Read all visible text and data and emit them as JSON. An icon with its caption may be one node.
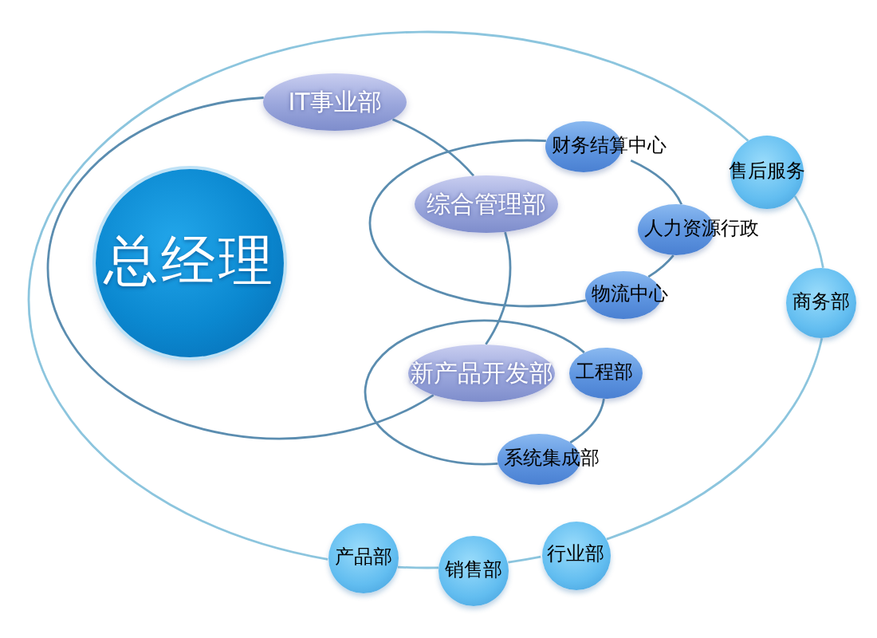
{
  "diagram": {
    "nodes": [
      {
        "text": [
          "总经理"
        ]
      },
      {
        "text": [
          "IT事业部"
        ]
      },
      {
        "text": [
          "综合管理部"
        ]
      },
      {
        "text": [
          "财务结算中心"
        ]
      },
      {
        "text": [
          "人力资源行政"
        ]
      },
      {
        "text": [
          "物流中心"
        ]
      },
      {
        "text": [
          "新产品开发部"
        ]
      },
      {
        "text": [
          "工程部"
        ]
      },
      {
        "text": [
          "系统集成部"
        ]
      },
      {
        "text": [
          "售后服务"
        ]
      },
      {
        "text": [
          "商务部"
        ]
      },
      {
        "text": [
          "行业部"
        ]
      },
      {
        "text": [
          "销售部"
        ]
      },
      {
        "text": [
          "产品部"
        ]
      }
    ],
    "edges": [
      {
        "from": 1,
        "to": 2,
        "arrow": "none"
      },
      {
        "from": 2,
        "to": 6,
        "arrow": "none"
      },
      {
        "from": 6,
        "to": 1,
        "arrow": "none"
      },
      {
        "from": 3,
        "to": 4,
        "arrow": "none"
      },
      {
        "from": 4,
        "to": 5,
        "arrow": "none"
      },
      {
        "from": 5,
        "to": 3,
        "arrow": "none"
      },
      {
        "from": 7,
        "to": 8,
        "arrow": "none"
      },
      {
        "from": 8,
        "to": 7,
        "arrow": "none"
      },
      {
        "from": 9,
        "to": 10,
        "arrow": "none",
        "color": "#8cc5de"
      },
      {
        "from": 10,
        "to": 11,
        "arrow": "none",
        "color": "#8cc5de"
      },
      {
        "from": 11,
        "to": 12,
        "arrow": "none",
        "color": "#8cc5de"
      },
      {
        "from": 12,
        "to": 13,
        "arrow": "none",
        "color": "#8cc5de"
      },
      {
        "from": 13,
        "to": 9,
        "arrow": "none",
        "color": "#8cc5de"
      }
    ]
  }
}
